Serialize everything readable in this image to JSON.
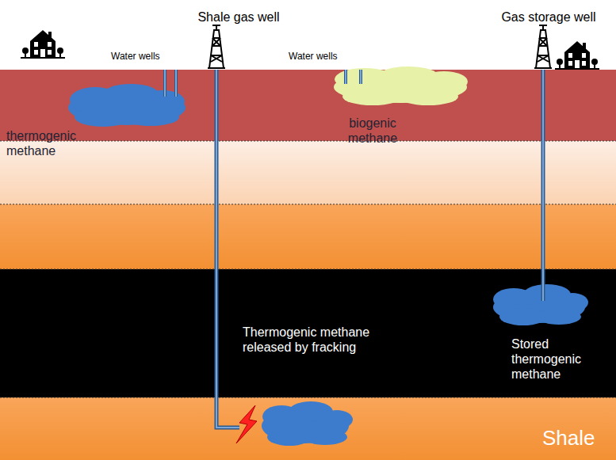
{
  "diagram": {
    "labels": [
      "Shale gas well",
      "Gas storage well",
      "Water wells",
      "Water wells",
      "thermogenic methane",
      "biogenic methane",
      "Thermogenic methane released by fracking",
      "Stored thermogenic methane",
      "Shale"
    ]
  }
}
